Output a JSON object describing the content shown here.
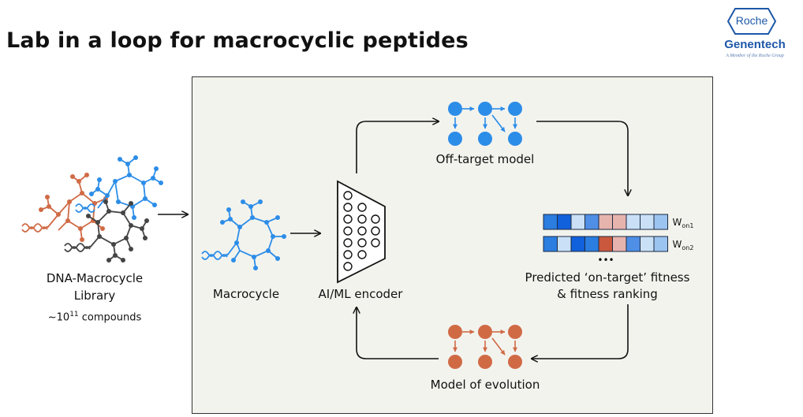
{
  "title": "Lab in a loop for macrocyclic peptides",
  "logo": {
    "primary": "Roche",
    "secondary": "Genentech",
    "tagline": "A Member of the Roche Group",
    "color": "#1d58a8"
  },
  "library": {
    "name_line1": "DNA-Macrocycle",
    "name_line2": "Library",
    "count_prefix": "~10",
    "count_exponent": "11",
    "count_suffix": " compounds"
  },
  "nodes": {
    "macrocycle": "Macrocycle",
    "encoder": "AI/ML encoder",
    "off_target": "Off-target model",
    "fitness_line1": "Predicted ‘on-target’ fitness",
    "fitness_line2": "& fitness ranking",
    "evolution": "Model of evolution"
  },
  "fitness_rows": [
    {
      "label_main": "W",
      "label_sub": "on1",
      "cells": [
        "#2b7de0",
        "#1160dc",
        "#c9e0f7",
        "#4f8fe6",
        "#e7b3ad",
        "#e7b3ad",
        "#c9e0f7",
        "#c9e0f7",
        "#9cc4f0"
      ]
    },
    {
      "label_main": "W",
      "label_sub": "on2",
      "cells": [
        "#2b7de0",
        "#c9e0f7",
        "#1160dc",
        "#2b7de0",
        "#c9583d",
        "#e7b3ad",
        "#4f8fe6",
        "#c9e0f7",
        "#9cc4f0"
      ]
    }
  ],
  "ellipsis": "•••",
  "colors": {
    "blue": "#2c8de8",
    "orange": "#d06a45",
    "dark": "#333333",
    "panel": "#f3f3ee"
  }
}
